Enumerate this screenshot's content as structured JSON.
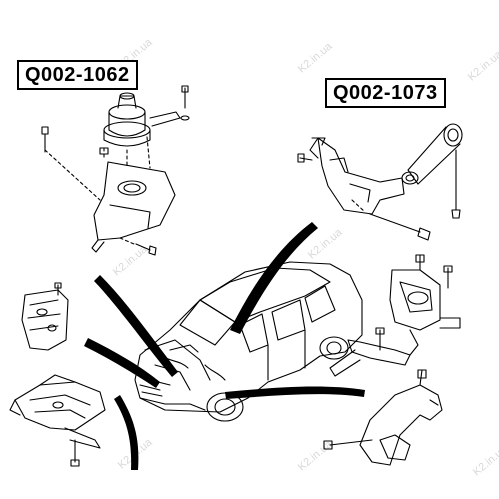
{
  "labels": {
    "left_part": "Q002-1062",
    "right_part": "Q002-1073"
  },
  "watermark": "K2.in.ua",
  "colors": {
    "line": "#000000",
    "background": "#ffffff",
    "watermark": "#d9d9d9"
  }
}
